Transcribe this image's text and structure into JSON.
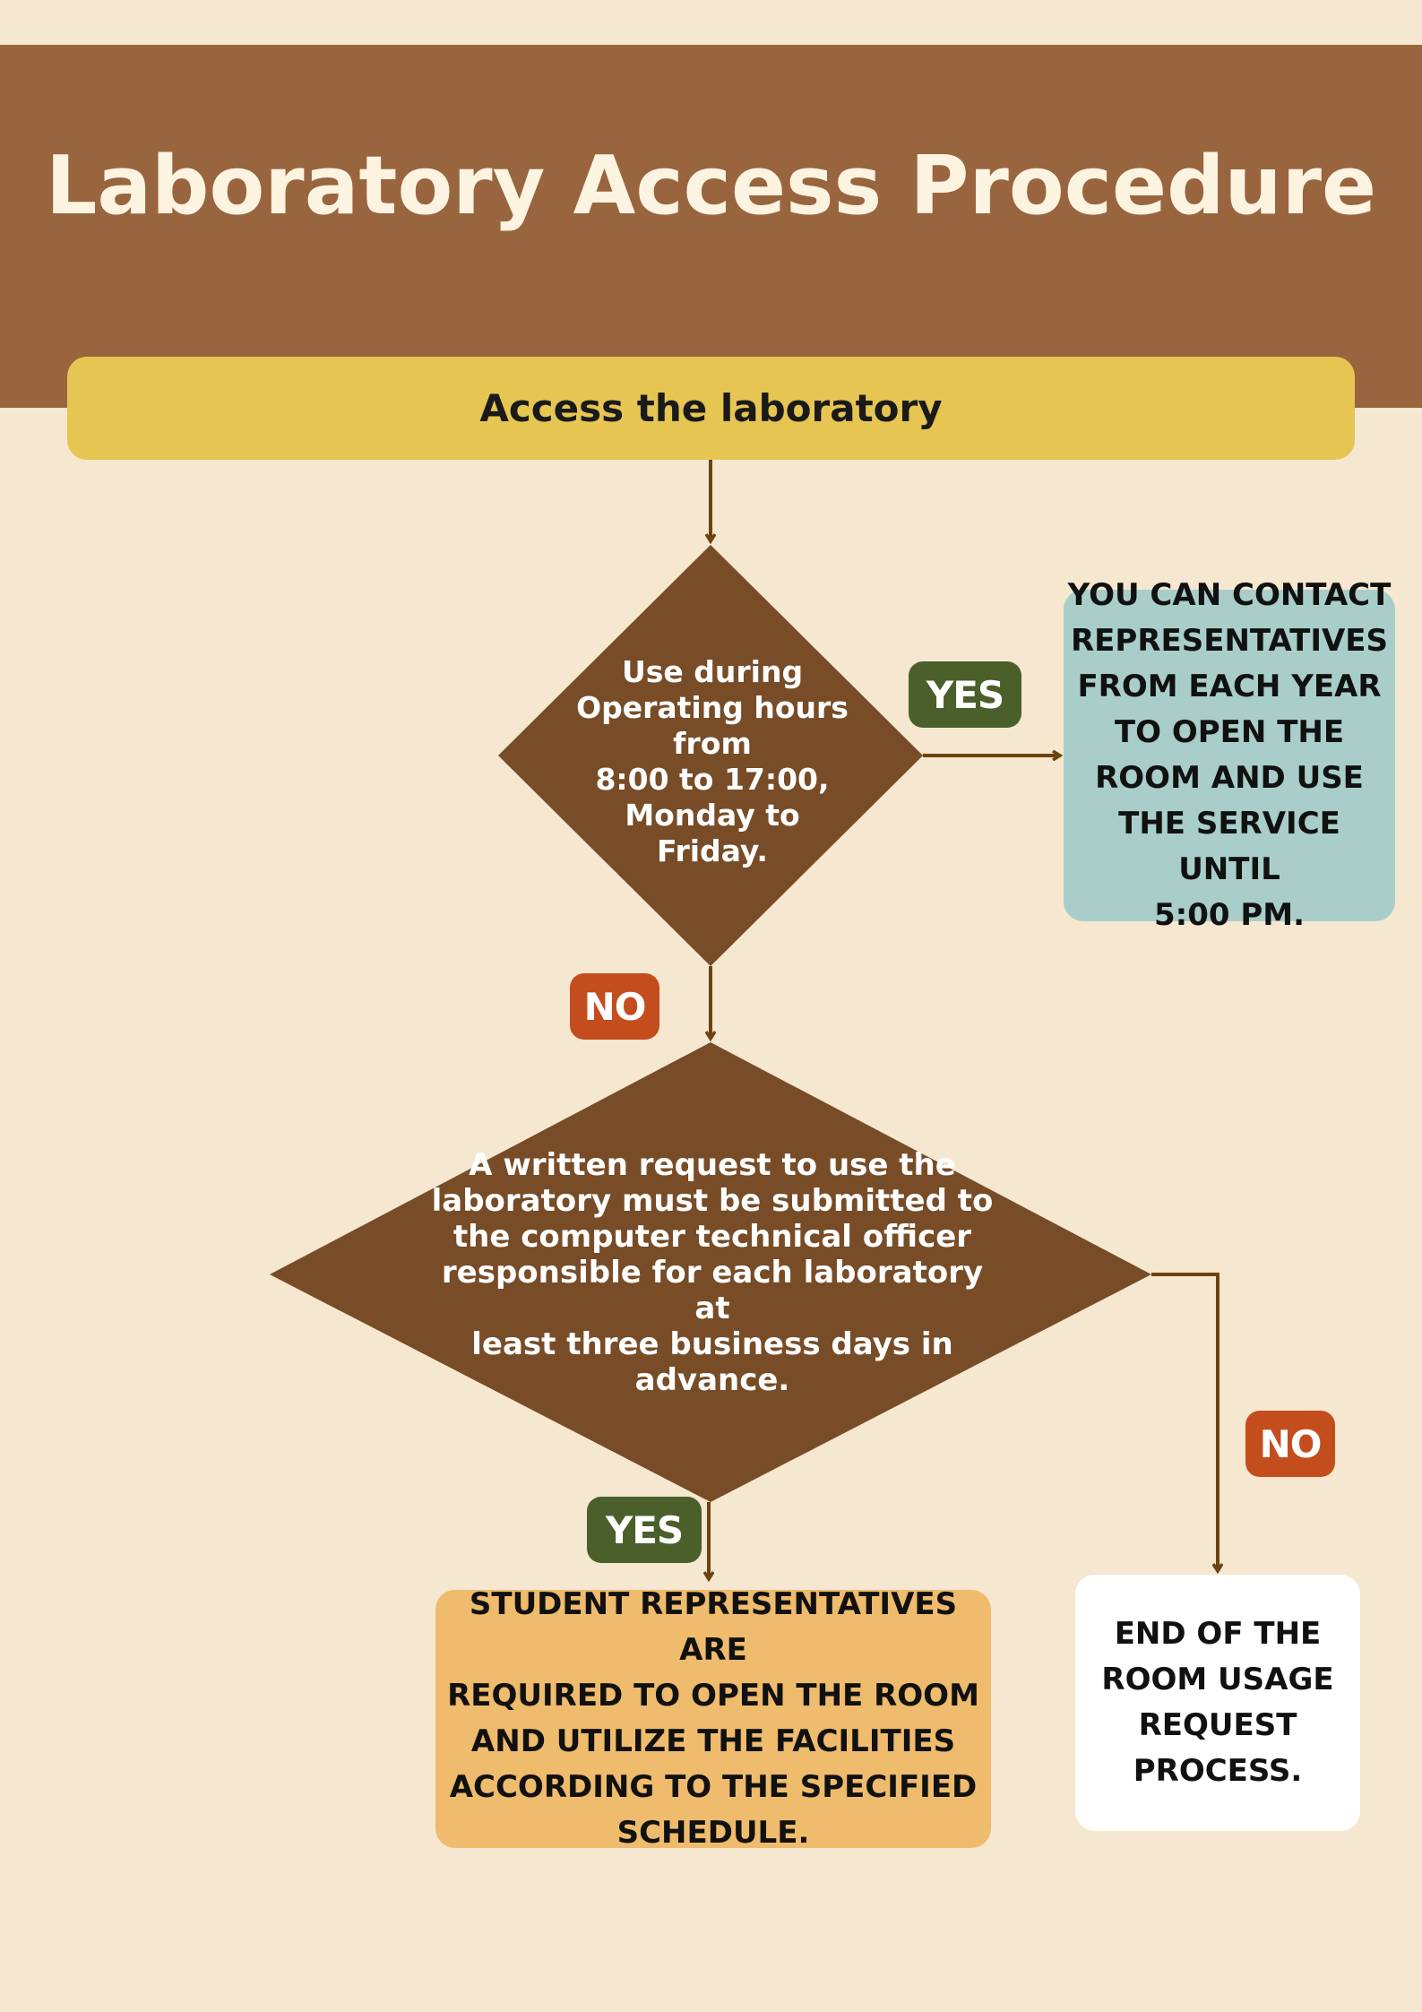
{
  "header": {
    "title": "Laboratory Access Procedure"
  },
  "start": {
    "label": "Access the laboratory"
  },
  "decision1": {
    "lines": [
      "Use during",
      "Operating hours",
      "from",
      "8:00 to 17:00,",
      "Monday to",
      "Friday."
    ]
  },
  "decision2": {
    "lines": [
      "A written request to use the",
      "laboratory must be submitted to",
      "the computer technical officer",
      "responsible for each laboratory at",
      "least three business days in",
      "advance."
    ]
  },
  "outcome_contact": {
    "lines": [
      "YOU CAN CONTACT",
      "REPRESENTATIVES",
      "FROM EACH YEAR",
      "TO OPEN THE",
      "ROOM AND USE",
      "THE SERVICE UNTIL",
      "5:00 PM."
    ]
  },
  "outcome_student": {
    "lines": [
      "STUDENT REPRESENTATIVES ARE",
      "REQUIRED TO OPEN THE ROOM",
      "AND UTILIZE THE FACILITIES",
      "ACCORDING TO THE SPECIFIED",
      "SCHEDULE."
    ]
  },
  "outcome_end": {
    "lines": [
      "END OF THE",
      "ROOM USAGE",
      "REQUEST",
      "PROCESS."
    ]
  },
  "badges": {
    "yes": "YES",
    "no": "NO"
  },
  "colors": {
    "background": "#f5e7d0",
    "header": "#98653f",
    "start_box": "#e6c552",
    "diamond": "#774c27",
    "connector": "#6e4310",
    "contact_box": "#a9ceca",
    "student_box": "#efbb6c",
    "end_box": "#ffffff",
    "yes_badge": "#4b5f2b",
    "no_badge": "#c44d1e"
  }
}
